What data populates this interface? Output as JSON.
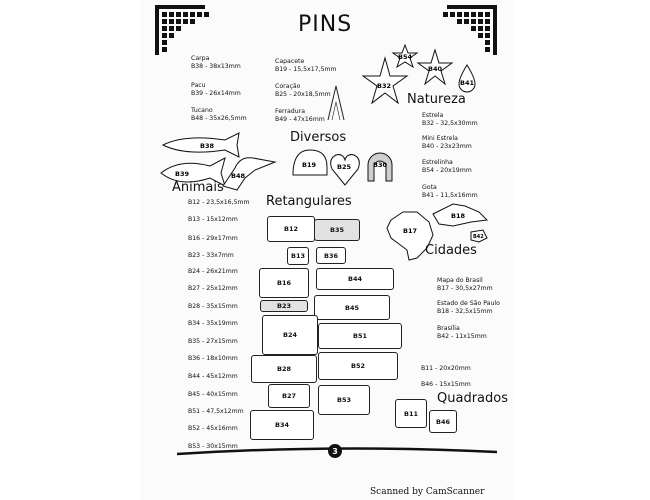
{
  "title": "PINS",
  "sections": {
    "diversos": "Diversos",
    "natureza": "Natureza",
    "animais": "Animais",
    "retangulares": "Retangulares",
    "cidades": "Cidades",
    "quadrados": "Quadrados"
  },
  "top_items": [
    {
      "name": "Carpa",
      "spec": "B38 - 38x13mm"
    },
    {
      "name": "Pacu",
      "spec": "B39 - 26x14mm"
    },
    {
      "name": "Tucano",
      "spec": "B48 - 35x26,5mm"
    },
    {
      "name": "Capacete",
      "spec": "B19 - 15,5x17,5mm"
    },
    {
      "name": "Coração",
      "spec": "B25 - 20x18,5mm"
    },
    {
      "name": "Ferradura",
      "spec": "B49 - 47x16mm"
    }
  ],
  "natureza_items": [
    {
      "name": "Estrela",
      "spec": "B32 - 32,5x30mm"
    },
    {
      "name": "Mini Estrela",
      "spec": "B40 - 23x23mm"
    },
    {
      "name": "Estrelinha",
      "spec": "B54 - 20x19mm"
    },
    {
      "name": "Gota",
      "spec": "B41 - 11,5x16mm"
    }
  ],
  "cidades_items": [
    {
      "name": "Mapa do Brasil",
      "spec": "B17 - 30,5x27mm"
    },
    {
      "name": "Estado de São Paulo",
      "spec": "B18 - 32,5x15mm"
    },
    {
      "name": "Brasília",
      "spec": "B42 - 11x15mm"
    }
  ],
  "quadrados_specs": [
    "B11 - 20x20mm",
    "B46 - 15x15mm"
  ],
  "rect_specs": [
    "B12 - 23,5x16,5mm",
    "B13 - 15x12mm",
    "B16 - 29x17mm",
    "B23 - 33x7mm",
    "B24 - 26x21mm",
    "B27 - 25x12mm",
    "B28 - 35x15mm",
    "B34 - 35x19mm",
    "B35 - 27x15mm",
    "B36 - 18x10mm",
    "B44 - 45x12mm",
    "B45 - 40x15mm",
    "B51 - 47,5x12mm",
    "B52 - 45x16mm",
    "B53 - 30x15mm"
  ],
  "shape_codes": {
    "b38": "B38",
    "b39": "B39",
    "b48": "B48",
    "b19": "B19",
    "b25": "B25",
    "b30": "B30",
    "b54": "B54",
    "b40": "B40",
    "b32": "B32",
    "b41": "B41",
    "b17": "B17",
    "b18": "B18",
    "b42": "B42"
  },
  "rect_codes": {
    "b12": "B12",
    "b35": "B35",
    "b13": "B13",
    "b36": "B36",
    "b16": "B16",
    "b44": "B44",
    "b23": "B23",
    "b45": "B45",
    "b24": "B24",
    "b51": "B51",
    "b28": "B28",
    "b52": "B52",
    "b27": "B27",
    "b53": "B53",
    "b34": "B34",
    "b11": "B11",
    "b46": "B46"
  },
  "page_number": "3",
  "scanner_text": "Scanned by CamScanner"
}
